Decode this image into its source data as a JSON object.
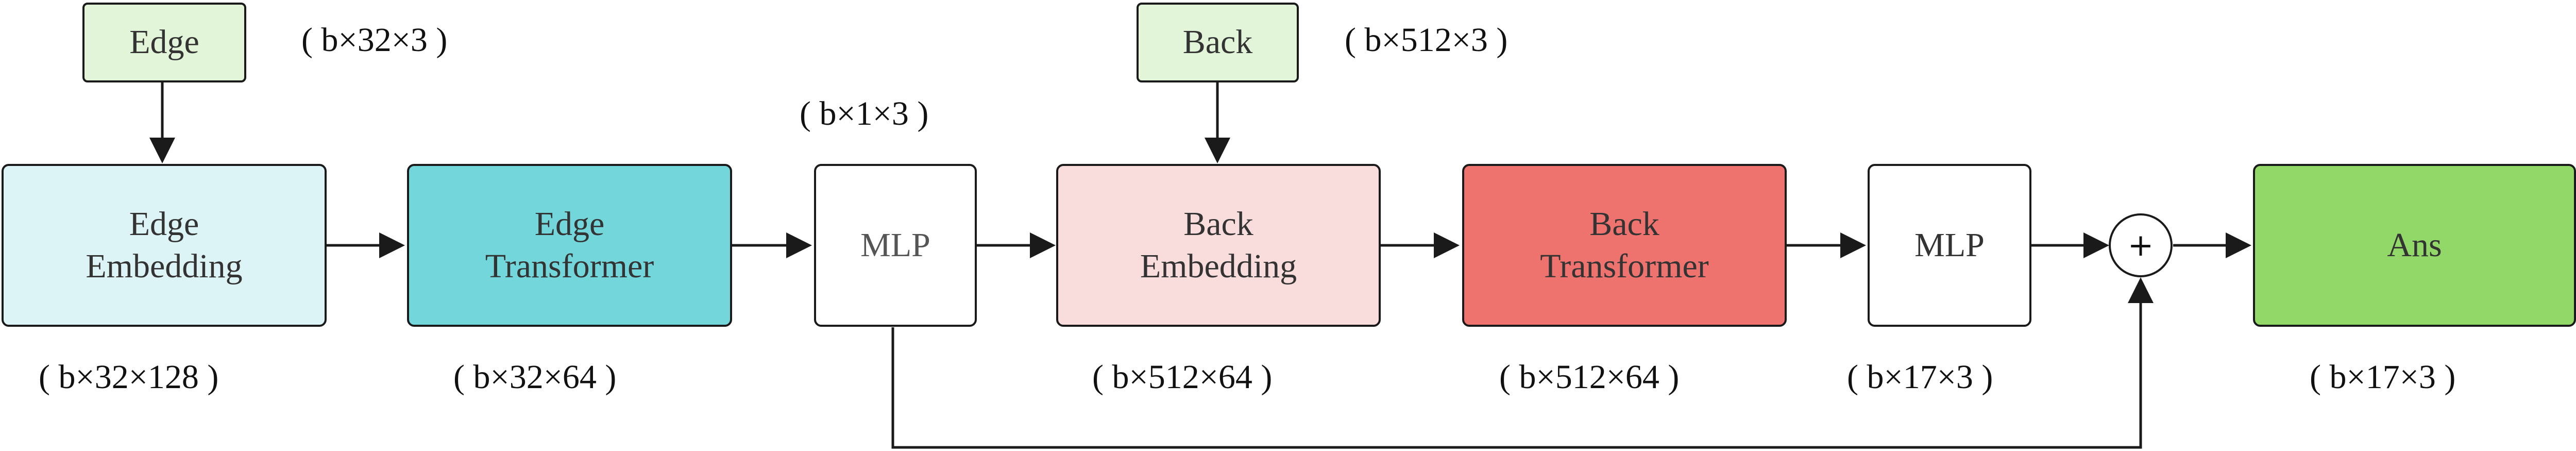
{
  "nodes": {
    "edge_input": {
      "label": "Edge",
      "color": "#E2F5D8"
    },
    "back_input": {
      "label": "Back",
      "color": "#E2F5D8"
    },
    "edge_embedding": {
      "line1": "Edge",
      "line2": "Embedding",
      "color": "#DDF4F6"
    },
    "edge_transformer": {
      "line1": "Edge",
      "line2": "Transformer",
      "color": "#72D6DA"
    },
    "mlp_1": {
      "label": "MLP",
      "color": "#FFFFFF"
    },
    "back_embedding": {
      "line1": "Back",
      "line2": "Embedding",
      "color": "#F9DCDC"
    },
    "back_transformer": {
      "line1": "Back",
      "line2": "Transformer",
      "color": "#EE726E"
    },
    "mlp_2": {
      "label": "MLP",
      "color": "#FFFFFF"
    },
    "sum": {
      "label": "+"
    },
    "ans": {
      "label": "Ans",
      "color": "#92D868"
    }
  },
  "dims": {
    "edge_input": "( b×32×3 )",
    "back_input": "( b×512×3 )",
    "mlp_1": "( b×1×3 )",
    "edge_embedding": "( b×32×128 )",
    "edge_transformer": "( b×32×64 )",
    "back_embedding": "( b×512×64 )",
    "back_transformer": "( b×512×64 )",
    "mlp_2": "( b×17×3 )",
    "ans": "( b×17×3 )"
  }
}
